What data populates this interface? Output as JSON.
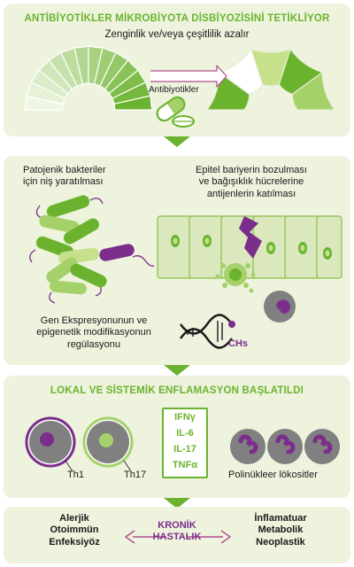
{
  "panel1": {
    "title": "ANTİBİYOTİKLER MİKROBİYOTA DİSBİYOZİSİNİ TETİKLİYOR",
    "subtitle": "Zenginlik ve/veya çeşitlilik azalır",
    "arrow_label": "Antibiyotikler"
  },
  "panel2": {
    "niche": [
      "Patojenik bakteriler",
      "için niş yaratılması"
    ],
    "barrier": [
      "Epitel bariyerin bozulması",
      "ve bağışıklık hücrelerine",
      "antijenlerin katılması"
    ],
    "gene": [
      "Gen Ekspresyonunun ve",
      "epigenetik modifikasyonun",
      "regülasyonu"
    ],
    "chs": "CHs"
  },
  "panel3": {
    "title": "LOKAL VE SİSTEMİK ENFLAMASYON BAŞLATILDI",
    "th1": "Th1",
    "th17": "Th17",
    "cytokines": [
      "IFNγ",
      "IL-6",
      "IL-17",
      "TNFα"
    ],
    "poly": "Polinükleer lökositler"
  },
  "panel4": {
    "left": [
      "Alerjik",
      "Otoimmün",
      "Enfeksiyöz"
    ],
    "center": [
      "KRONİK",
      "HASTALIK"
    ],
    "right": [
      "İnflamatuar",
      "Metabolik",
      "Neoplastik"
    ]
  },
  "colors": {
    "green": "#6bb32e",
    "light_green": "#a5d16a",
    "pale_green": "#c6e08c",
    "purple": "#7b2d8b",
    "gray": "#808080",
    "panel_bg": "#edf3dd"
  }
}
